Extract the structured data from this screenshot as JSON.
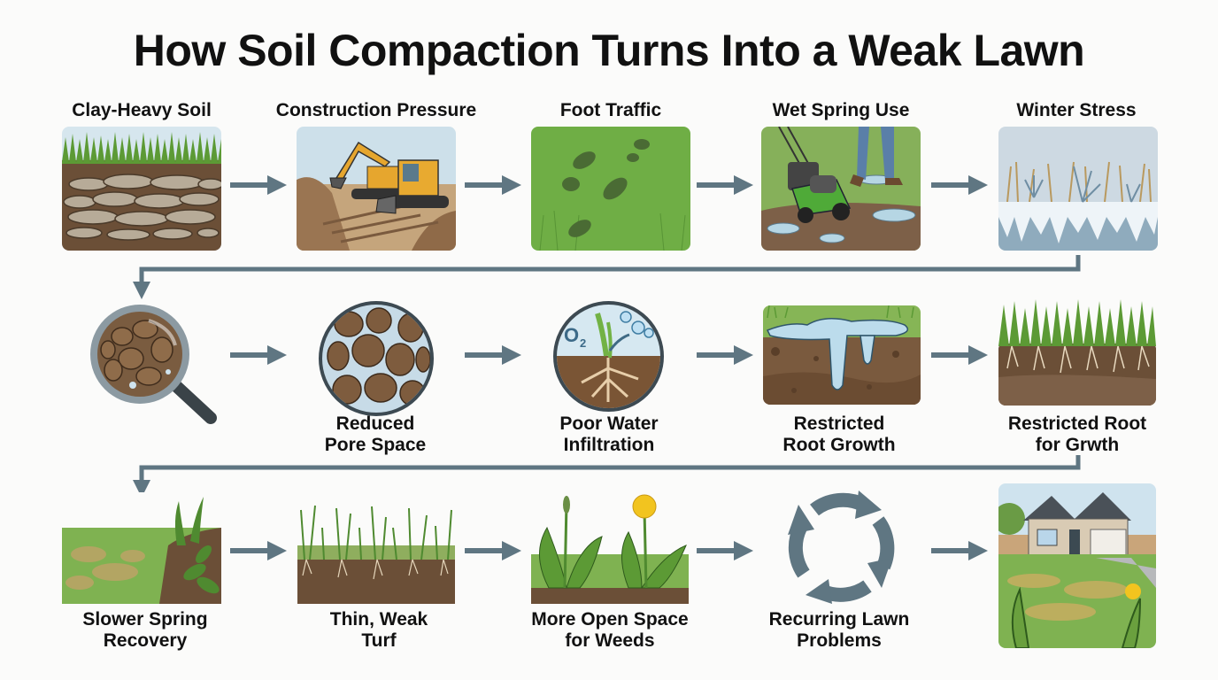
{
  "title": "How Soil Compaction Turns Into a Weak Lawn",
  "colors": {
    "arrow": "#5f7682",
    "soil_dark": "#5a4330",
    "soil": "#7a5a3e",
    "grass": "#5e9a3a",
    "sky": "#cfe3ee",
    "water": "#b8d8ea",
    "ice": "#a9c3d3"
  },
  "rows": [
    {
      "steps": [
        {
          "label": "Clay-Heavy Soil",
          "icon": "clay-soil-cross-section-icon"
        },
        {
          "label": "Construction Pressure",
          "icon": "excavator-bulldozer-icon"
        },
        {
          "label": "Foot Traffic",
          "icon": "footprints-on-grass-icon"
        },
        {
          "label": "Wet Spring Use",
          "icon": "lawnmower-in-mud-icon"
        },
        {
          "label": "Winter Stress",
          "icon": "frozen-grass-ice-icon"
        }
      ]
    },
    {
      "steps": [
        {
          "label": "",
          "icon": "magnifier-compacted-soil-icon"
        },
        {
          "label_line1": "Reduced",
          "label_line2": "Pore Space",
          "icon": "soil-particles-circle-icon"
        },
        {
          "label_line1": "Poor Water",
          "label_line2": "Infiltration",
          "icon": "o2-plant-roots-icon"
        },
        {
          "label_line1": "Restricted",
          "label_line2": "Root Growth",
          "icon": "water-puddle-soil-icon"
        },
        {
          "label_line1": "Restricted Root",
          "label_line2": "for Grwth",
          "icon": "grass-shallow-roots-icon"
        }
      ]
    },
    {
      "steps": [
        {
          "label_line1": "Slower Spring",
          "label_line2": "Recovery",
          "icon": "patchy-lawn-weeds-icon"
        },
        {
          "label_line1": "Thin, Weak",
          "label_line2": "Turf",
          "icon": "thin-turf-roots-icon"
        },
        {
          "label_line1": "More Open Space",
          "label_line2": "for Weeds",
          "icon": "dandelion-weeds-icon"
        },
        {
          "label_line1": "Recurring Lawn",
          "label_line2": "Problems",
          "icon": "cycle-arrows-icon"
        },
        {
          "label": "",
          "icon": "house-weak-lawn-icon"
        }
      ]
    }
  ]
}
